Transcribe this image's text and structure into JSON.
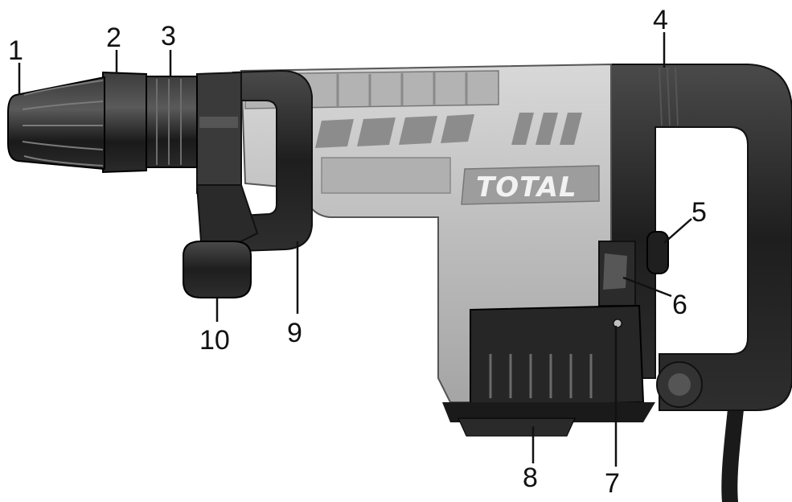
{
  "brand": {
    "text": "TOTAL"
  },
  "callouts": [
    {
      "id": "1",
      "label": "1"
    },
    {
      "id": "2",
      "label": "2"
    },
    {
      "id": "3",
      "label": "3"
    },
    {
      "id": "4",
      "label": "4"
    },
    {
      "id": "5",
      "label": "5"
    },
    {
      "id": "6",
      "label": "6"
    },
    {
      "id": "7",
      "label": "7"
    },
    {
      "id": "8",
      "label": "8"
    },
    {
      "id": "9",
      "label": "9"
    },
    {
      "id": "10",
      "label": "10"
    }
  ],
  "colors": {
    "body_light": "#c9c9c9",
    "body_mid": "#a8a8a8",
    "rubber_dark": "#1c1c1c",
    "rubber_mid": "#3a3a3a",
    "logo": "#f2f2f2"
  }
}
